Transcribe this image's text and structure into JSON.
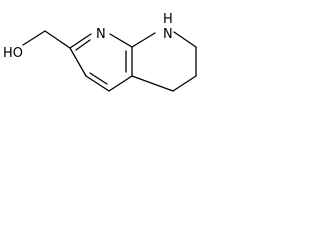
{
  "molecule": {
    "labels": {
      "hydroxyl": "HO",
      "ring_nitrogen": "N",
      "amine_nitrogen": "N",
      "amine_hydrogen": "H"
    }
  },
  "colors": {
    "bond": "#000000",
    "background": "#ffffff"
  }
}
